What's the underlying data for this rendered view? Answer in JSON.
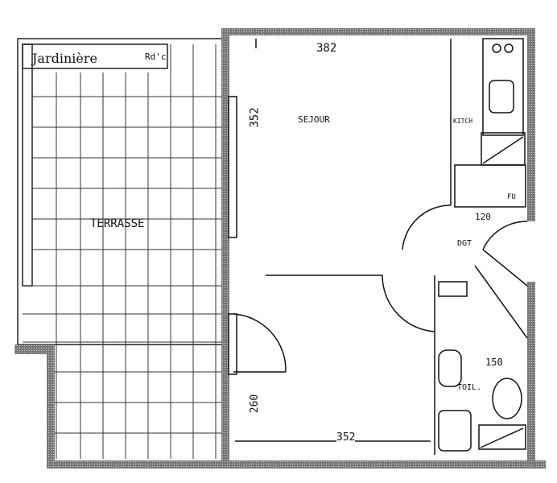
{
  "plan": {
    "rooms": {
      "terrace": "TERRASSE",
      "planter": "Jardinière",
      "planter_note": "Rd'c",
      "living": "SEJOUR",
      "kitchen": "KITCH",
      "fridge": "FU",
      "hall": "DGT",
      "bathroom": "TOIL."
    },
    "dimensions": {
      "living_width_top": "382",
      "living_depth": "352",
      "bottom_width": "352",
      "lower_depth": "260",
      "hall_width": "120",
      "bath_width": "150"
    },
    "colors": {
      "wall": "#555555",
      "line": "#111111",
      "background": "#ffffff"
    }
  }
}
